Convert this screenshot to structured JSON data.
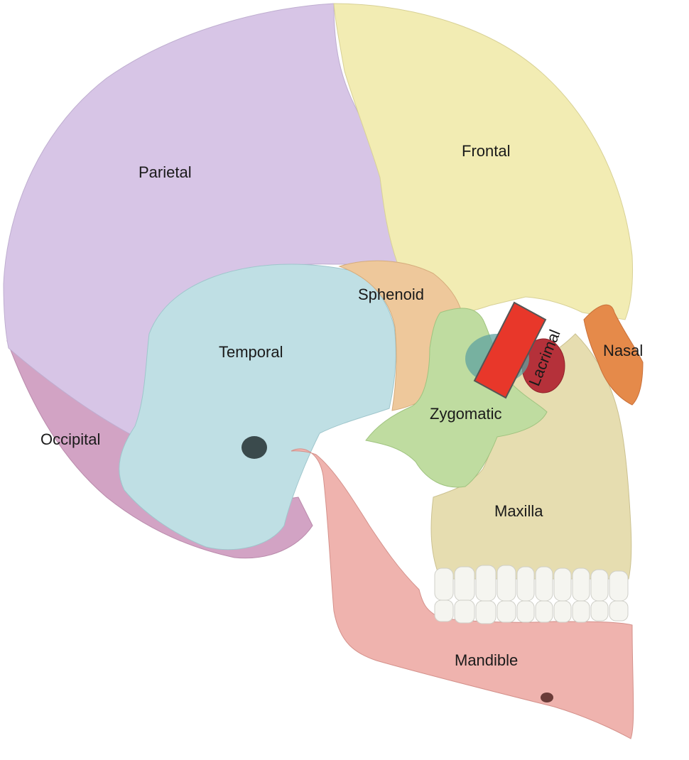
{
  "labels": {
    "parietal": "Parietal",
    "frontal": "Frontal",
    "sphenoid": "Sphenoid",
    "temporal": "Temporal",
    "lacrimal": "Lacrimal",
    "nasal": "Nasal",
    "zygomatic": "Zygomatic",
    "occipital": "Occipital",
    "maxilla": "Maxilla",
    "mandible": "Mandible"
  },
  "colors": {
    "parietal": "#d7c5e6",
    "frontal": "#f2ecb3",
    "sphenoid": "#eec89b",
    "temporal": "#bfdfe4",
    "lacrimal": "#b5313a",
    "nasal": "#e58a4a",
    "zygomatic": "#bfdca0",
    "occipital": "#d2a3c4",
    "maxilla": "#e6ddb0",
    "mandible": "#efb3ae",
    "teeth": "#f5f5f0",
    "highlight": "#e8372a",
    "background": "#ffffff"
  }
}
